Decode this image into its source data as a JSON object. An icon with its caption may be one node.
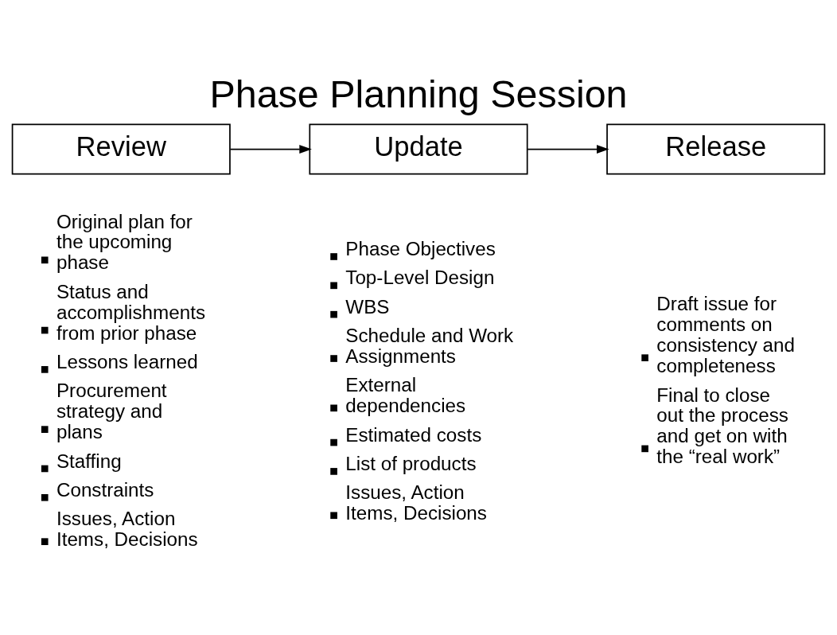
{
  "diagram": {
    "title": "Phase Planning Session",
    "nodes": [
      {
        "text": [
          "Review"
        ],
        "beside": [
          "Original plan for the upcoming phase",
          "Status and accomplishments from prior phase",
          "Lessons learned",
          "Procurement strategy and plans",
          "Staffing",
          "Constraints",
          "Issues, Action Items, Decisions"
        ]
      },
      {
        "text": [
          "Update"
        ],
        "beside": [
          "Phase Objectives",
          "Top-Level Design",
          "WBS",
          "Schedule and Work Assignments",
          "External dependencies",
          "Estimated costs",
          "List of products",
          "Issues, Action Items, Decisions"
        ]
      },
      {
        "text": [
          "Release"
        ],
        "beside": [
          "Draft issue for comments on consistency and completeness",
          "Final to close out the process and get on with the “real work”"
        ]
      }
    ],
    "edges": [
      {
        "from": 0,
        "to": 1,
        "arrow": "to"
      },
      {
        "from": 1,
        "to": 2,
        "arrow": "to"
      }
    ]
  }
}
